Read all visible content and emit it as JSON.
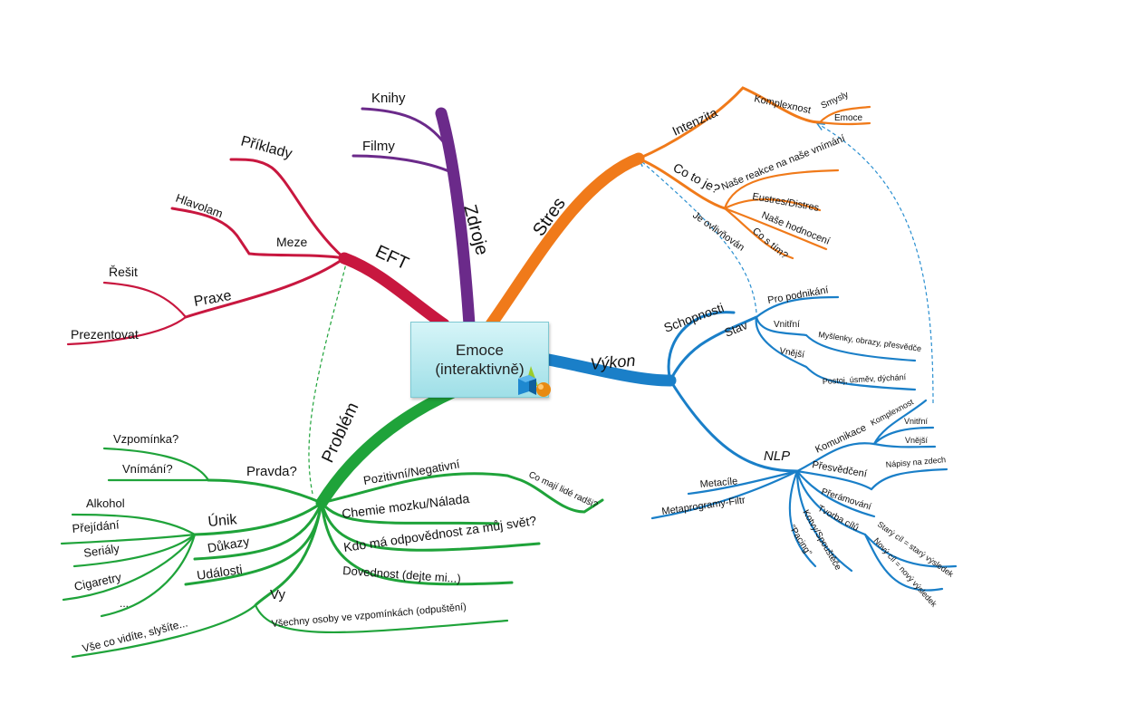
{
  "center": {
    "title": "Emoce",
    "subtitle": "(interaktivně)",
    "icon": "3d-shapes-icon"
  },
  "colors": {
    "eft": "#c8173f",
    "zdroje": "#6b2a8a",
    "stres": "#f07a1a",
    "vykon": "#1a7fc8",
    "problem": "#1fa33a"
  },
  "eft": {
    "label": "EFT",
    "priklady": "Příklady",
    "meze": "Meze",
    "hlavolam": "Hlavolam",
    "praxe": "Praxe",
    "resit": "Řešit",
    "prezentovat": "Prezentovat"
  },
  "zdroje": {
    "label": "Zdroje",
    "knihy": "Knihy",
    "filmy": "Filmy"
  },
  "stres": {
    "label": "Stres",
    "intenzita": "Intenzita",
    "komplexnost": "Komplexnost",
    "smysly": "Smysly",
    "emoce": "Emoce",
    "co_to_je": "Co to je?",
    "reakce": "Naše reakce na naše vnímání",
    "eustres": "Eustres/Distres",
    "hodnoceni": "Naše hodnocení",
    "co_s_tim": "Co s tím?",
    "ovlivnovan": "Je ovlivňován"
  },
  "vykon": {
    "label": "Výkon",
    "schopnosti": "Schopnosti",
    "stav": "Stav",
    "pro_podnikani": "Pro podnikání",
    "vnitrni": "Vnitřní",
    "myslenky": "Myšlenky, obrazy, přesvědče",
    "vnejsi": "Vnější",
    "postoj": "Postoj, úsměv, dýchání",
    "nlp": "NLP",
    "komunikace": "Komunikace",
    "komplexnost": "Komplexnost",
    "kom_vnitrni": "Vnitřní",
    "kom_vnejsi": "Vnější",
    "presvedceni": "Přesvědčení",
    "napisy": "Nápisy na zdech",
    "preramovani": "Přerámování",
    "tvorba_cilu": "Tvorba cílů",
    "stary_cil": "Starý cíl = starý výsledek",
    "novy_cil": "Nový cíl = nový výsledek",
    "kotvy": "Kotvy/Spouštěče",
    "pacing": "\"Pacing\"",
    "metacile": "Metacíle",
    "metaprogramy": "Metaprogramy-Filtr"
  },
  "problem": {
    "label": "Problém",
    "pravda": "Pravda?",
    "vzpominka": "Vzpomínka?",
    "vnimani": "Vnímání?",
    "unik": "Únik",
    "alkohol": "Alkohol",
    "prejidani": "Přejídání",
    "serialy": "Seriály",
    "cigaretry": "Cigaretry",
    "etc": "...",
    "dukazy": "Důkazy",
    "udalosti": "Události",
    "vy": "Vy",
    "vse_co": "Vše co vidíte, slyšíte...",
    "vsechny_osoby": "Všechny osoby ve vzpomínkách (odpuštění)",
    "pozitivni": "Pozitivní/Negativní",
    "co_maji": "Co mají lidé radši?",
    "chemie": "Chemie mozku/Nálada",
    "kdo_ma": "Kdo má odpovědnost za můj svět?",
    "dovednost": "Dovednost (dejte mi...)"
  }
}
